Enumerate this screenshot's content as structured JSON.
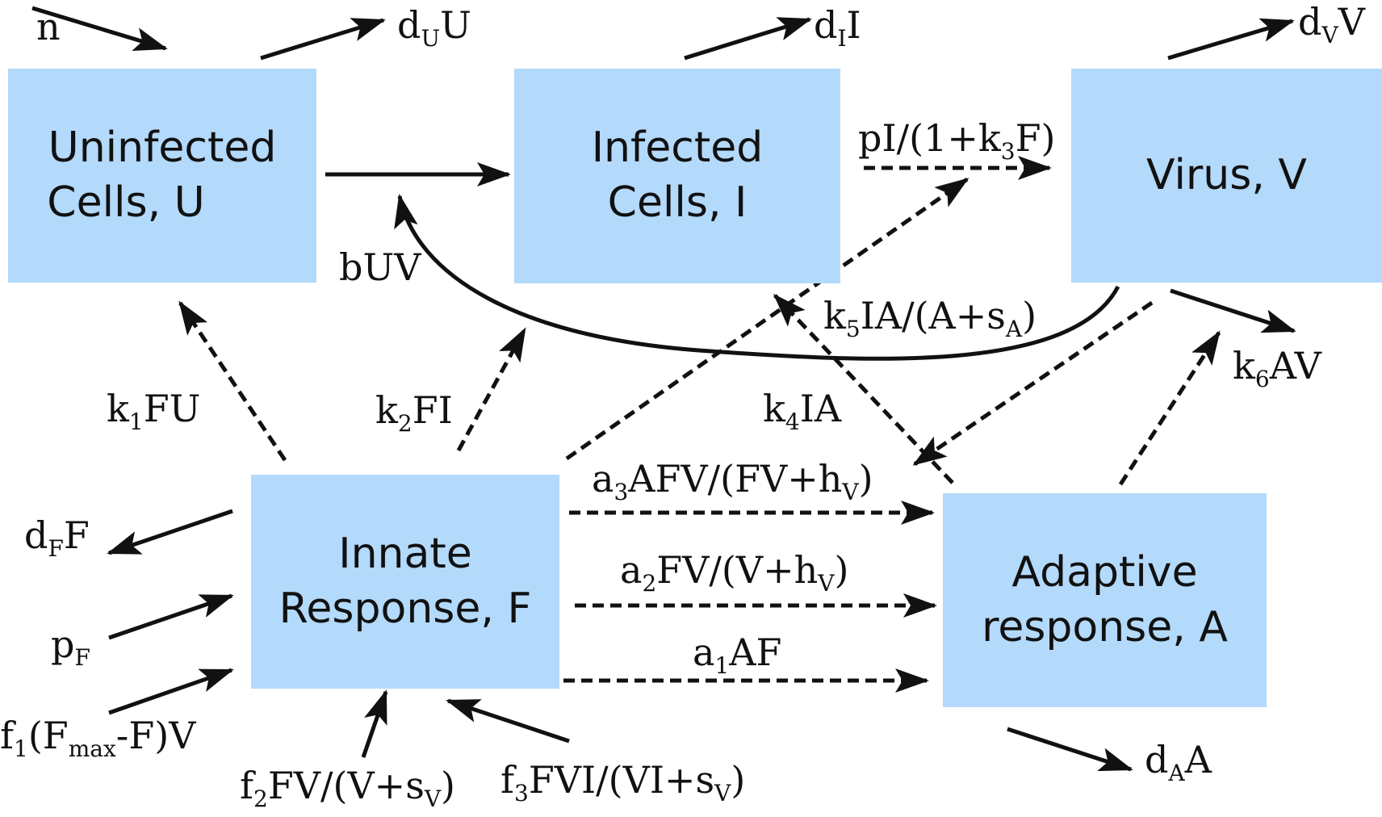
{
  "boxes": {
    "uninfected": {
      "line1": "Uninfected",
      "line2": "Cells, U"
    },
    "infected": {
      "line1": "Infected",
      "line2": "Cells, I"
    },
    "virus": {
      "line1": "Virus, V"
    },
    "innate": {
      "line1": "Innate",
      "line2": "Response, F"
    },
    "adaptive": {
      "line1": "Adaptive",
      "line2": "response, A"
    }
  },
  "labels": {
    "n": "n",
    "dU": {
      "base": "d",
      "sub": "U",
      "tail": "U"
    },
    "dI": {
      "base": "d",
      "sub": "I",
      "tail": "I"
    },
    "dV": {
      "base": "d",
      "sub": "V",
      "tail": "V"
    },
    "production": {
      "pre": "pI/(1+k",
      "sub": "3",
      "post": "F)"
    },
    "bUV": "bUV",
    "k5": {
      "pre": "k",
      "sub": "5",
      "mid": "IA/(A+s",
      "sub2": "A",
      "post": ")"
    },
    "k6": {
      "pre": "k",
      "sub": "6",
      "post": "AV"
    },
    "k1": {
      "pre": "k",
      "sub": "1",
      "post": "FU"
    },
    "k2": {
      "pre": "k",
      "sub": "2",
      "post": "FI"
    },
    "k4": {
      "pre": "k",
      "sub": "4",
      "post": "IA"
    },
    "a3": {
      "pre": "a",
      "sub": "3",
      "mid": "AFV/(FV+h",
      "sub2": "V",
      "post": ")"
    },
    "a2": {
      "pre": "a",
      "sub": "2",
      "mid": "FV/(V+h",
      "sub2": "V",
      "post": ")"
    },
    "a1": {
      "pre": "a",
      "sub": "1",
      "post": "AF"
    },
    "dF": {
      "base": "d",
      "sub": "F",
      "tail": "F"
    },
    "pF": {
      "base": "p",
      "sub": "F"
    },
    "f1": {
      "pre": "f",
      "sub": "1",
      "mid": "(F",
      "sub2": "max",
      "post": "-F)V"
    },
    "f2": {
      "pre": "f",
      "sub": "2",
      "mid": "FV/(V+s",
      "sub2": "V",
      "post": ")"
    },
    "f3": {
      "pre": "f",
      "sub": "3",
      "mid": "FVI/(VI+s",
      "sub2": "V",
      "post": ")"
    },
    "dA": {
      "base": "d",
      "sub": "A",
      "tail": "A"
    }
  },
  "colors": {
    "box_fill": "#b3d9fb",
    "ink": "#111111"
  }
}
